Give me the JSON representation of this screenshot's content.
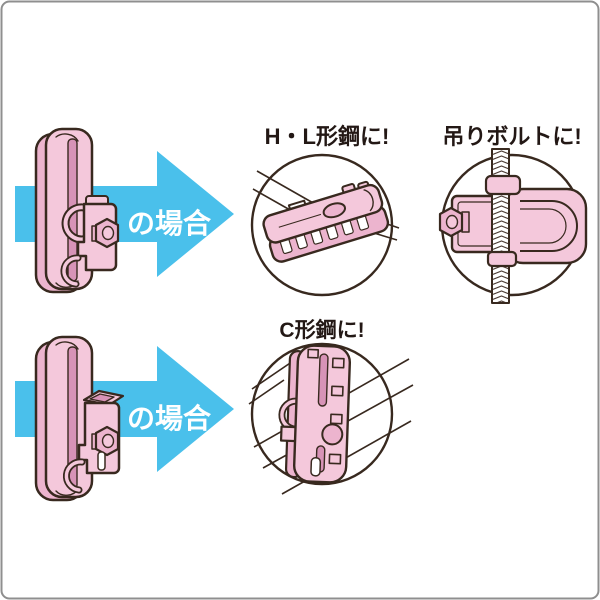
{
  "canvas": {
    "background": "#FFFFFF",
    "frame_color": "#8F8F8F"
  },
  "colors": {
    "product_pink": "#F4C8DB",
    "product_pink_mid": "#ECB4CE",
    "product_pink_dark": "#D793B7",
    "line_dark": "#38291F",
    "arrow_cyan": "#4AC0EB",
    "heading_text": "#231815",
    "arrow_label_text": "#FFFFFF"
  },
  "cases": [
    {
      "arrow_label": "の場合",
      "results": [
        {
          "title": "H・L形鋼に!"
        },
        {
          "title": "吊りボルトに!"
        }
      ]
    },
    {
      "arrow_label": "の場合",
      "results": [
        {
          "title": "C形鋼に!"
        }
      ]
    }
  ]
}
